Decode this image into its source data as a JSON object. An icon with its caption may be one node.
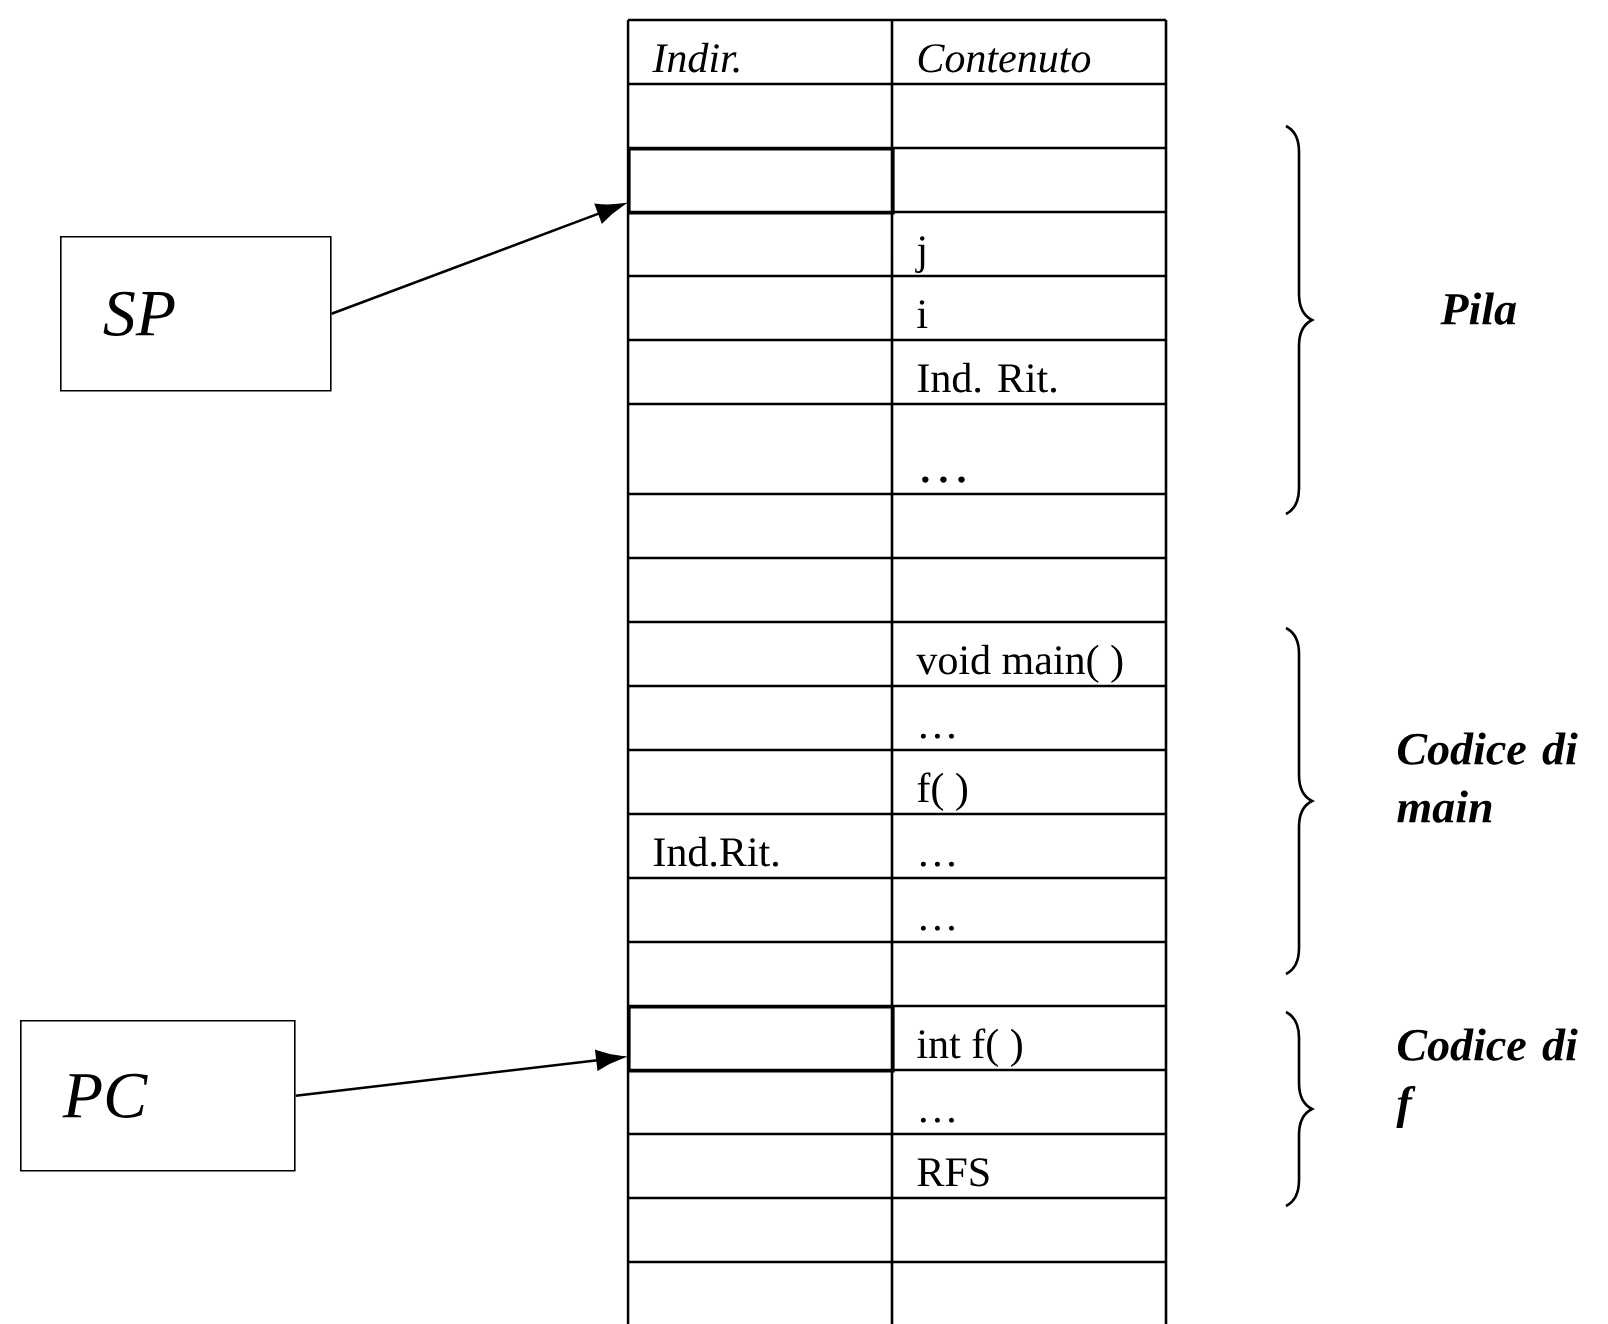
{
  "diagram": {
    "nodes": [
      {
        "text": [
          "SP"
        ]
      },
      {
        "text": [
          "PC"
        ]
      },
      {
        "text": [],
        "shape": "box"
      },
      {
        "text": [],
        "shape": "box"
      }
    ],
    "edges": [
      {
        "from": 0,
        "to": 2,
        "arrow": "to"
      },
      {
        "from": 1,
        "to": 3,
        "arrow": "to"
      }
    ],
    "labels": [
      "Indir.",
      "Contenuto",
      "j",
      "i",
      "Ind. Rit.",
      "…",
      "void main( )",
      "…",
      "f( )",
      "Ind.Rit.",
      "…",
      "…",
      "int f( )",
      "…",
      "RFS",
      "Pila",
      "Codice di main",
      "Codice di f"
    ]
  }
}
